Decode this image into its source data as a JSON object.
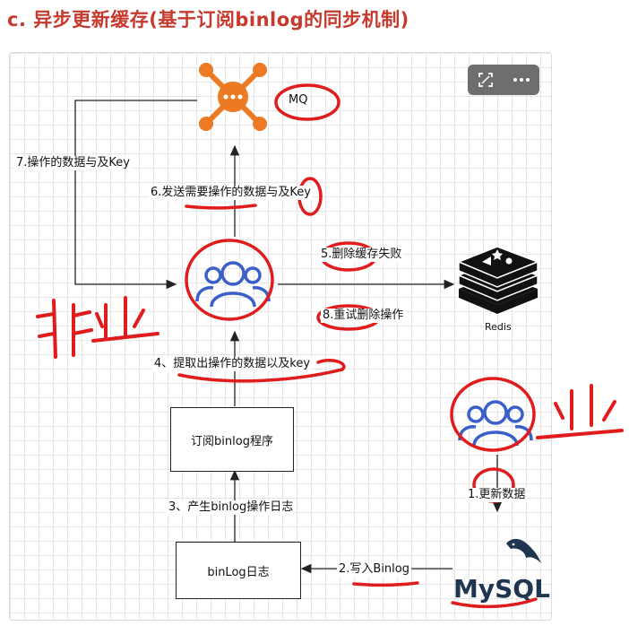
{
  "title": "c. 异步更新缓存(基于订阅binlog的同步机制)",
  "toolbar": {
    "expand_icon": "expand-icon",
    "more_icon": "more-dots-icon"
  },
  "nodes": {
    "mq_label": "MQ",
    "redis_label": "Redis",
    "mysql_label": "MySQL",
    "subscriber_box": "订阅binlog程序",
    "binlog_box": "binLog日志"
  },
  "edges": {
    "step7": "7.操作的数据与及Key",
    "step6": "6.发送需要操作的数据与及Key",
    "step5": "5.删除缓存失败",
    "step8": "8.重试删除操作",
    "step4": "4、提取出操作的数据以及key",
    "step3": "3、产生binlog操作日志",
    "step1": "1.更新数据",
    "step2": "2.写入Binlog"
  },
  "annotations": {
    "left_handwriting": "非业",
    "right_handwriting": "业"
  },
  "colors": {
    "title": "#c6392c",
    "mq_orange": "#ec7a23",
    "user_blue": "#3b5fc9",
    "redis_black": "#111111",
    "mysql_navy": "#1f3550",
    "annotation_red": "#e01c1c"
  }
}
